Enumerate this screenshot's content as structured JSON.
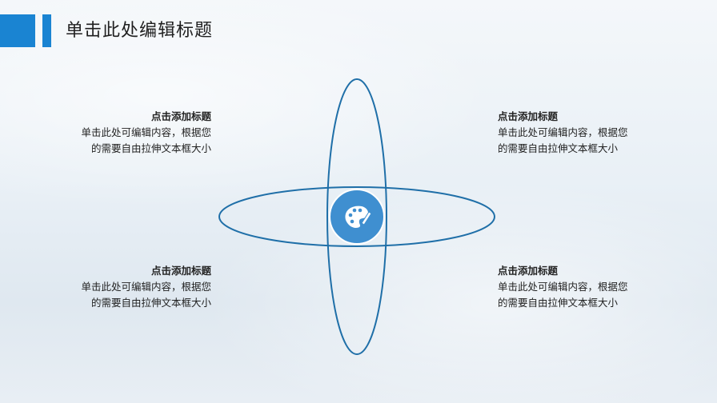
{
  "slide": {
    "title": "单击此处编辑标题",
    "accent_color": "#1a84d2"
  },
  "diagram": {
    "center_icon": "palette-icon",
    "ring_color": "#1f6fa8",
    "circle_color": "#3f8fd0"
  },
  "blocks": [
    {
      "title": "点击添加标题",
      "body": "单击此处可编辑内容，根据您\n的需要自由拉伸文本框大小"
    },
    {
      "title": "点击添加标题",
      "body": "单击此处可编辑内容，根据您\n的需要自由拉伸文本框大小"
    },
    {
      "title": "点击添加标题",
      "body": "单击此处可编辑内容，根据您\n的需要自由拉伸文本框大小"
    },
    {
      "title": "点击添加标题",
      "body": "单击此处可编辑内容，根据您\n的需要自由拉伸文本框大小"
    }
  ]
}
